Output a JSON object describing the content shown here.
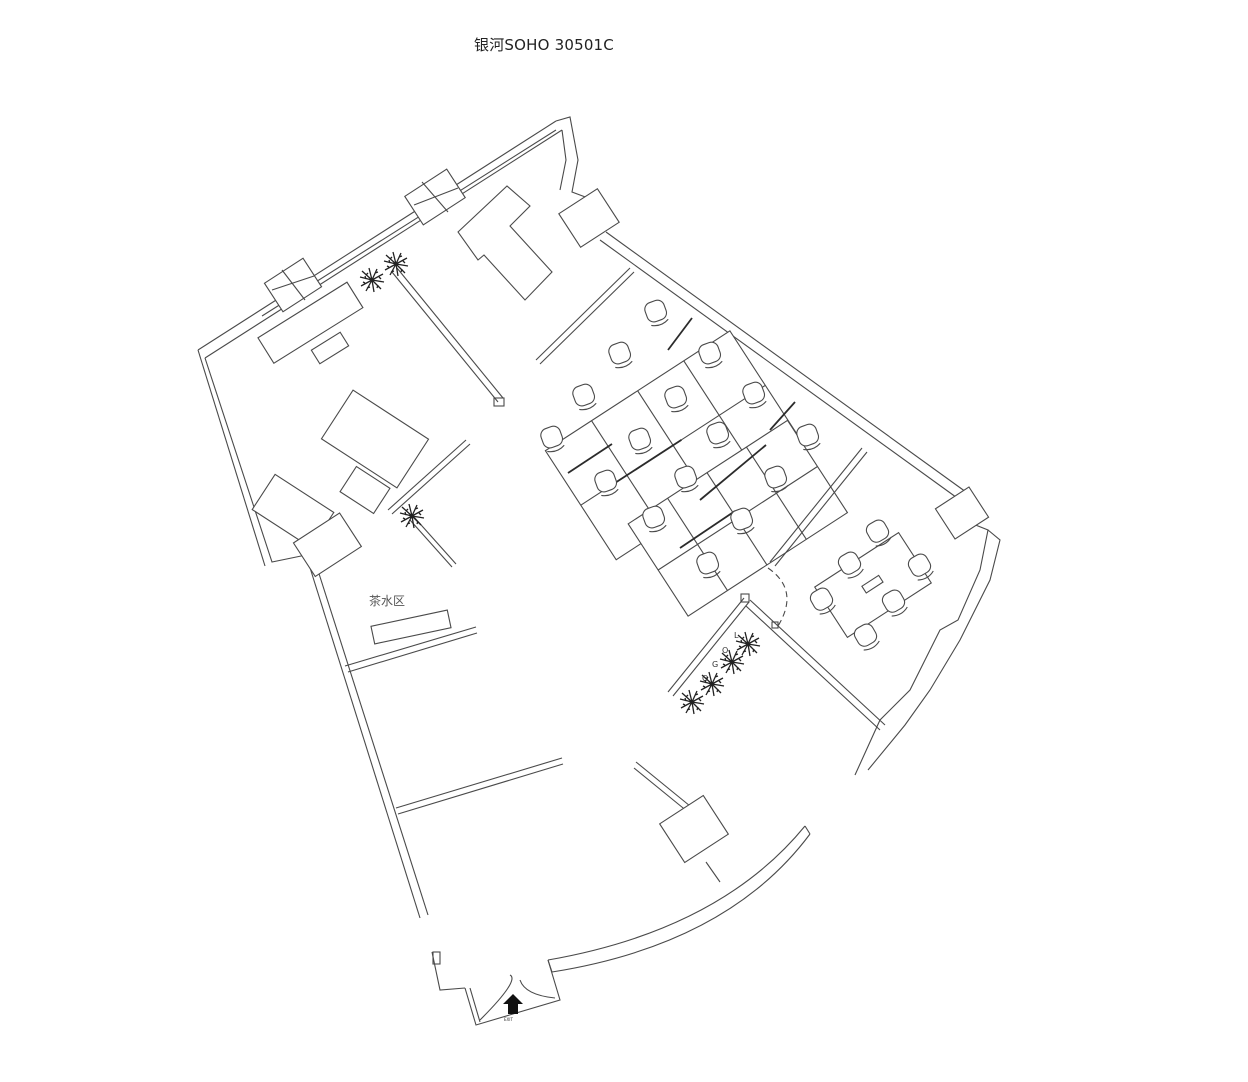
{
  "title": "银河SOHO 30501C",
  "rooms": {
    "tea_area": "茶水区"
  },
  "logo_wall": [
    "L",
    "O",
    "G",
    "O"
  ],
  "entrance": {
    "exit_sign": "EXIT"
  }
}
